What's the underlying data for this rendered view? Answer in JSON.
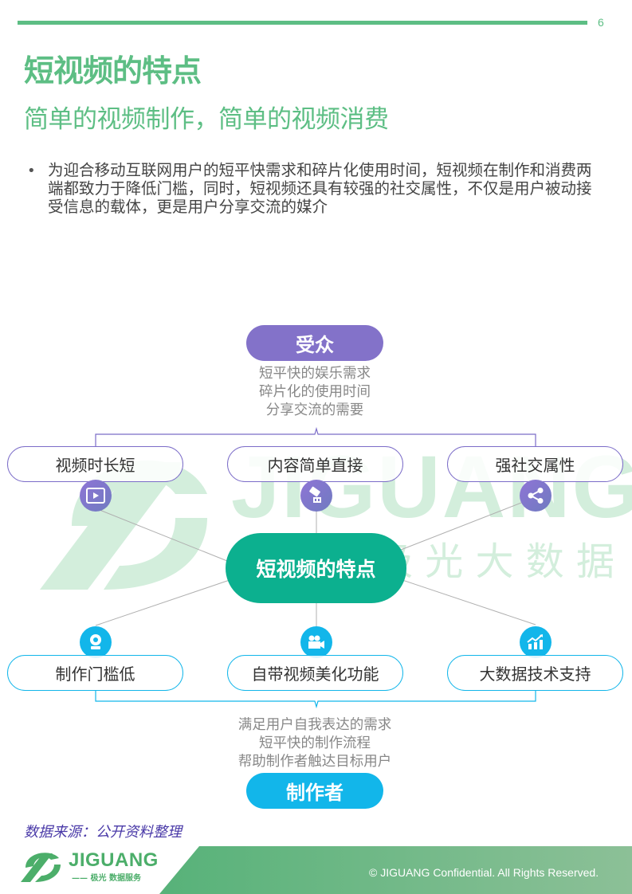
{
  "header": {
    "page_number": "6",
    "title": "短视频的特点",
    "subtitle": "简单的视频制作，简单的视频消费"
  },
  "body": {
    "bullet_symbol": "•",
    "bullet_text": "为迎合移动互联网用户的短平快需求和碎片化使用时间，短视频在制作和消费两端都致力于降低门槛，同时，短视频还具有较强的社交属性，不仅是用户被动接受信息的载体，更是用户分享交流的媒介"
  },
  "diagram": {
    "center": {
      "label": "短视频的特点",
      "color": "#0cb08f"
    },
    "audience": {
      "label": "受众",
      "color": "#8372c9",
      "descriptions": [
        "短平快的娱乐需求",
        "碎片化的使用时间",
        "分享交流的需要"
      ],
      "nodes": [
        {
          "label": "视频时长短",
          "icon": "video-play-icon"
        },
        {
          "label": "内容简单直接",
          "icon": "camera-projector-icon"
        },
        {
          "label": "强社交属性",
          "icon": "share-icon"
        }
      ]
    },
    "creator": {
      "label": "制作者",
      "color": "#12b6ea",
      "descriptions": [
        "满足用户自我表达的需求",
        "短平快的制作流程",
        "帮助制作者触达目标用户"
      ],
      "nodes": [
        {
          "label": "制作门槛低",
          "icon": "webcam-icon"
        },
        {
          "label": "自带视频美化功能",
          "icon": "video-camera-icon"
        },
        {
          "label": "大数据技术支持",
          "icon": "growth-chart-icon"
        }
      ]
    }
  },
  "watermark": {
    "brand": "JIGUANG",
    "cn": "极 光 大 数 据"
  },
  "footer": {
    "source": "数据来源：公开资料整理",
    "logo_text": "JIGUANG",
    "logo_sub": "—— 极光 数据服务",
    "copyright": "© JIGUANG Confidential. All Rights Reserved."
  },
  "colors": {
    "brand_green": "#5dbe84",
    "audience_purple": "#8372c9",
    "creator_blue": "#12b6ea",
    "center_teal": "#0cb08f"
  }
}
